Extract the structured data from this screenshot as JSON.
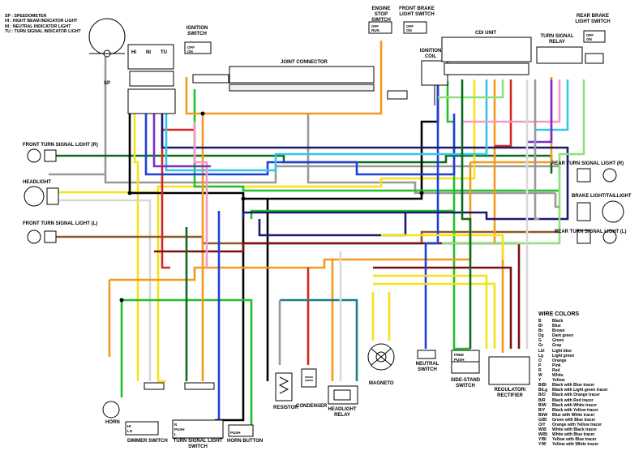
{
  "legend": [
    "SP : SPEEDOMETER",
    "HI : HIGHT BEAM INDICATOR LIGHT",
    "NI : NEUTRAL INDICATOR LIGHT",
    "TU : TURN SIGNAL INDICATOR LIGHT"
  ],
  "components": {
    "sp": "SP",
    "ignition_switch": "IGNITION SWITCH",
    "joint_connector": "JOINT CONNECTOR",
    "engine_stop_switch": "ENGINE STOP SWITCH",
    "front_brake_switch": "FRONT BRAKE LIGHT SWITCH",
    "ignition_coil": "IGNITION COIL",
    "cdi_unit": "CDI UNIT",
    "turn_signal_relay": "TURN SIGNAL RELAY",
    "rear_brake_switch": "REAR BRAKE LIGHT SWITCH",
    "front_turn_r": "FRONT TURN SIGNAL LIGHT (R)",
    "headlight": "HEADLIGHT",
    "front_turn_l": "FRONT TURN SIGNAL LIGHT (L)",
    "rear_turn_r": "REAR TURN SIGNAL LIGHT (R)",
    "brake_tail": "BRAKE LIGHT/TAILLIGHT",
    "rear_turn_l": "REAR TURN SIGNAL LIGHT (L)",
    "horn": "HORN",
    "dimmer_switch": "DIMMER SWITCH",
    "turn_signal_light_switch": "TURN SIGNAL LIGHT SWITCH",
    "horn_button": "HORN BUTTON",
    "resistor": "RESISTOR",
    "condenser": "CONDENSER",
    "headlight_relay": "HEADLIGHT RELAY",
    "magneto": "MAGNETO",
    "neutral_switch": "NEUTRAL SWITCH",
    "side_stand_switch": "SIDE-STAND SWITCH",
    "regulator": "REGULATOR/ RECTIFIER"
  },
  "indicator_labels": [
    "HI",
    "NI",
    "TU"
  ],
  "switch_labels": {
    "off": "OFF",
    "on": "ON",
    "run": "RUN",
    "free": "FREE",
    "push": "PUSH",
    "r": "R",
    "l": "L",
    "hi": "HI",
    "lo": "LO"
  },
  "wire_colors_title": "WIRE COLORS",
  "wire_colors": [
    {
      "code": "B",
      "name": "Black",
      "hex": "#000000"
    },
    {
      "code": "Bl",
      "name": "Blue",
      "hex": "#1f3fd6"
    },
    {
      "code": "Br",
      "name": "Brown",
      "hex": "#8b5a2b"
    },
    {
      "code": "Dg",
      "name": "Dark green",
      "hex": "#0b6b1f"
    },
    {
      "code": "G",
      "name": "Green",
      "hex": "#22c02a"
    },
    {
      "code": "Gr",
      "name": "Gray",
      "hex": "#9a9a9a"
    },
    {
      "code": "Lbl",
      "name": "Light blue",
      "hex": "#33c6e8"
    },
    {
      "code": "Lg",
      "name": "Light green",
      "hex": "#8ee07a"
    },
    {
      "code": "O",
      "name": "Orange",
      "hex": "#f39a1e"
    },
    {
      "code": "P",
      "name": "Pink",
      "hex": "#f29ac6"
    },
    {
      "code": "R",
      "name": "Red",
      "hex": "#d7261e"
    },
    {
      "code": "W",
      "name": "White",
      "hex": "#ffffff"
    },
    {
      "code": "Y",
      "name": "Yellow",
      "hex": "#f4e31a"
    },
    {
      "code": "B/Bl",
      "name": "Black with Blue tracer"
    },
    {
      "code": "B/Lg",
      "name": "Black with Light green tracer"
    },
    {
      "code": "B/O",
      "name": "Black with Orange tracer"
    },
    {
      "code": "B/R",
      "name": "Black with Red tracer"
    },
    {
      "code": "B/W",
      "name": "Black with White tracer"
    },
    {
      "code": "B/Y",
      "name": "Black with Yellow tracer"
    },
    {
      "code": "Bl/W",
      "name": "Blue with White tracer"
    },
    {
      "code": "G/Bl",
      "name": "Green with Blue tracer"
    },
    {
      "code": "O/Y",
      "name": "Orange with Yellow tracer"
    },
    {
      "code": "W/B",
      "name": "White with Black tracer"
    },
    {
      "code": "W/Bl",
      "name": "White with Blue tracer"
    },
    {
      "code": "Y/Bl",
      "name": "Yellow with Blue tracer"
    },
    {
      "code": "Y/W",
      "name": "Yellow with White tracer"
    }
  ]
}
